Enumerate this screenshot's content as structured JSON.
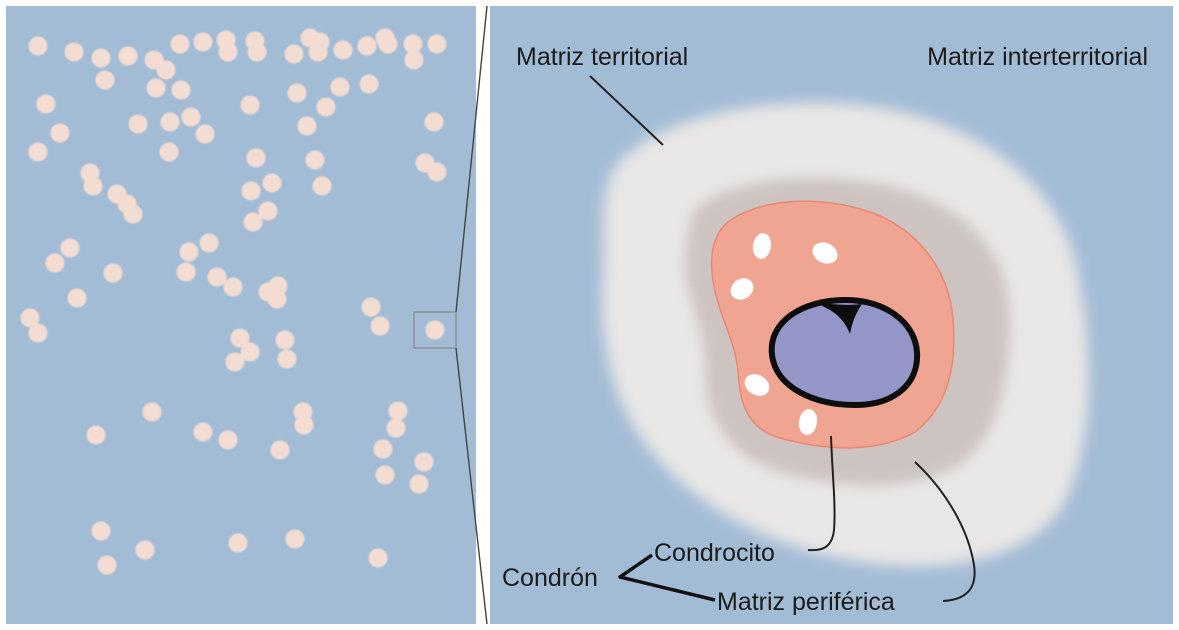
{
  "labels": {
    "territorial": "Matriz territorial",
    "interterritorial": "Matriz interterritorial",
    "condrocito": "Condrocito",
    "condron": "Condrón",
    "periferica": "Matriz periférica"
  },
  "colors": {
    "background": "#a3bcd6",
    "cell_dots": "#f3dcd2",
    "territorial_matrix": "#e9e7e5",
    "pericellular_matrix": "#cdc4c2",
    "chondrocyte_cytoplasm": "#f0a593",
    "chondrocyte_outline": "#e98773",
    "nucleus": "#9396c6",
    "vesicles": "#ffffff",
    "lines": "#222222"
  }
}
